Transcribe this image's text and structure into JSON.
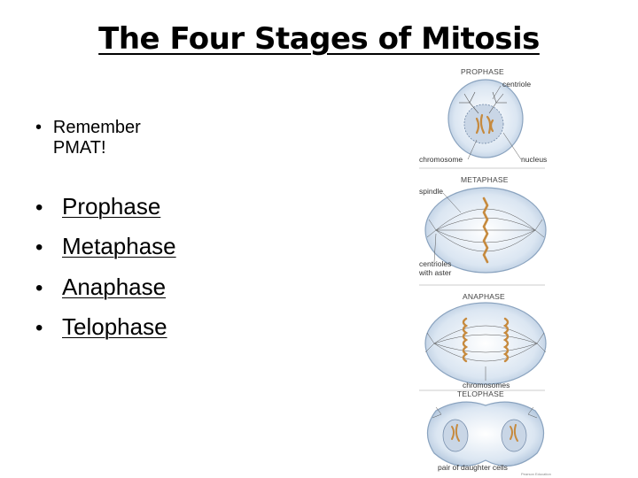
{
  "slide": {
    "title": "The Four Stages of Mitosis",
    "note": "Remember PMAT!",
    "stages": [
      "Prophase",
      "Metaphase",
      "Anaphase",
      "Telophase"
    ]
  },
  "figure": {
    "prophase": {
      "header": "PROPHASE",
      "labels": [
        "centriole",
        "chromosome",
        "nucleus"
      ]
    },
    "metaphase": {
      "header": "METAPHASE",
      "labels": [
        "spindle",
        "centrioles",
        "with aster"
      ]
    },
    "anaphase": {
      "header": "ANAPHASE",
      "labels": [
        "chromosomes"
      ]
    },
    "telophase": {
      "header": "TELOPHASE",
      "labels": [
        "pair of daughter cells"
      ]
    },
    "credit": "Pearson Education"
  },
  "colors": {
    "cell_fill": "#dbe6f2",
    "cell_edge": "#8aa3bf",
    "chromosome": "#c68a3e",
    "spindle": "#555555"
  }
}
